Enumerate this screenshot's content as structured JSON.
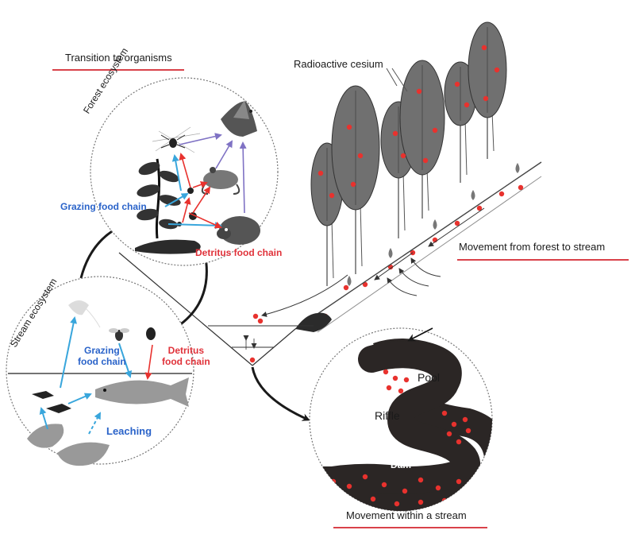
{
  "headings": {
    "transition": "Transition to organisms",
    "forest_to_stream": "Movement from forest to stream",
    "within_stream": "Movement within a stream"
  },
  "forest_circle": {
    "title": "Forest ecosystem",
    "grazing": "Grazing food chain",
    "detritus": "Detritus food chain"
  },
  "stream_circle": {
    "title": "Stream ecosystem",
    "grazing": "Grazing\nfood chain",
    "detritus": "Detritus\nfood chain",
    "leaching": "Leaching"
  },
  "trees": {
    "cesium_label": "Radioactive cesium"
  },
  "stream_detail": {
    "pool": "Pool",
    "riffle": "Riffle",
    "dam": "Dam"
  },
  "colors": {
    "cesium": "#e8322e",
    "tree": "#707070",
    "blue_arrow": "#39a6dc",
    "red_arrow": "#e8322e",
    "purple_arrow": "#7f72c4",
    "underline": "#d9424a"
  }
}
